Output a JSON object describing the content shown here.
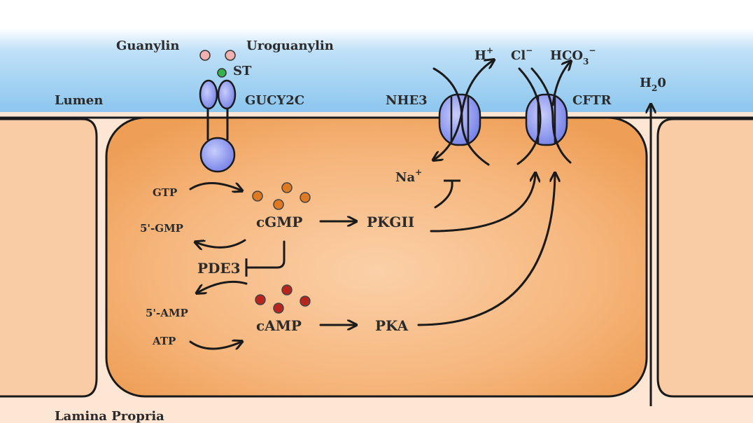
{
  "regions": {
    "lumen": "Lumen",
    "lamina": "Lamina Propria"
  },
  "ligands": {
    "guanylin": "Guanylin",
    "uroguanylin": "Uroguanylin",
    "st": "ST"
  },
  "receptor": "GUCY2C",
  "transporters": {
    "nhe3": "NHE3",
    "cftr": "CFTR"
  },
  "ions": {
    "h": "H",
    "h_sup": "+",
    "cl": "Cl",
    "cl_sup": "−",
    "hco3": "HCO",
    "hco3_sub": "3",
    "hco3_sup": "−",
    "na": "Na",
    "na_sup": "+",
    "water": "H",
    "water_sub": "2",
    "water_tail": "0"
  },
  "molecules": {
    "gtp": "GTP",
    "gmp5": "5'-GMP",
    "cgmp": "cGMP",
    "pde3": "PDE3",
    "amp5": "5'-AMP",
    "atp": "ATP",
    "camp": "cAMP",
    "pkgii": "PKGII",
    "pka": "PKA"
  },
  "colors": {
    "lumen_top": "#8fc8f0",
    "cell": "#f2a866",
    "neighbor_cell": "#f9cca6",
    "channel": "#7b86ec",
    "ligand": "#f0a8a8",
    "st_dot": "#34b34a",
    "cgmp_dot": "#e07a22",
    "camp_dot": "#b8251f"
  }
}
